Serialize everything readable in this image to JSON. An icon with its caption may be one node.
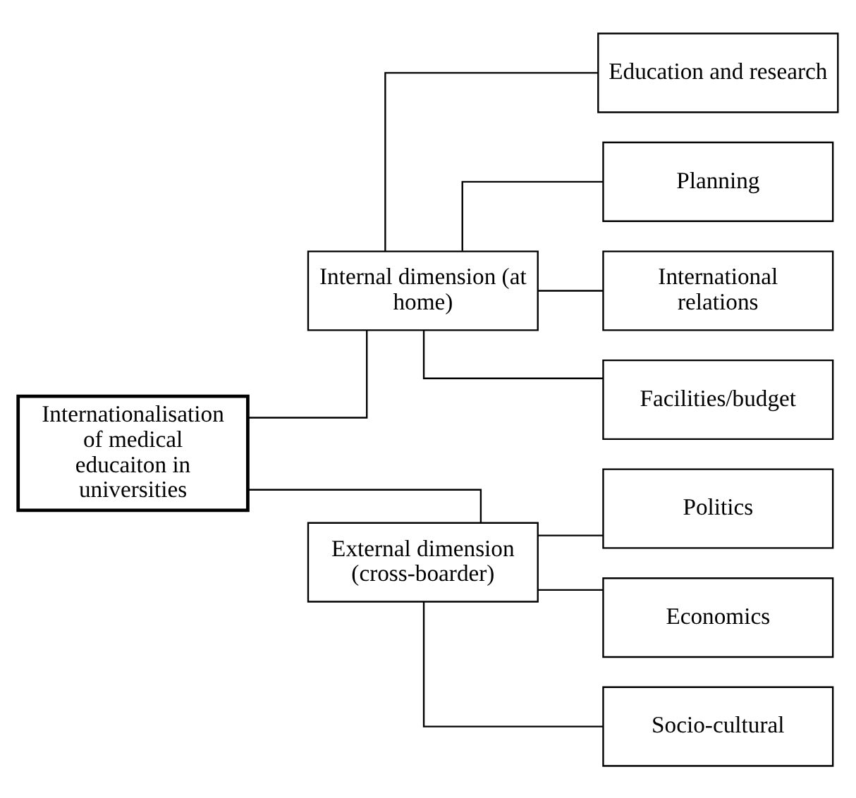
{
  "diagram": {
    "nodes": [
      {
        "text": [
          "Internationalisation of medical educaiton in universities"
        ]
      },
      {
        "text": [
          "Internal dimension (at home)"
        ]
      },
      {
        "text": [
          "External dimension (cross-boarder)"
        ]
      },
      {
        "text": [
          "Education and research"
        ]
      },
      {
        "text": [
          "Planning"
        ]
      },
      {
        "text": [
          "International relations"
        ]
      },
      {
        "text": [
          "Facilities/budget"
        ]
      },
      {
        "text": [
          "Politics"
        ]
      },
      {
        "text": [
          "Economics"
        ]
      },
      {
        "text": [
          "Socio-cultural"
        ]
      }
    ],
    "edges": [
      {
        "from": 0,
        "to": 1,
        "arrow": "none"
      },
      {
        "from": 0,
        "to": 2,
        "arrow": "none"
      },
      {
        "from": 1,
        "to": 3,
        "arrow": "none"
      },
      {
        "from": 1,
        "to": 4,
        "arrow": "none"
      },
      {
        "from": 1,
        "to": 5,
        "arrow": "none"
      },
      {
        "from": 1,
        "to": 6,
        "arrow": "none"
      },
      {
        "from": 2,
        "to": 7,
        "arrow": "none"
      },
      {
        "from": 2,
        "to": 8,
        "arrow": "none"
      },
      {
        "from": 2,
        "to": 9,
        "arrow": "none"
      }
    ]
  }
}
